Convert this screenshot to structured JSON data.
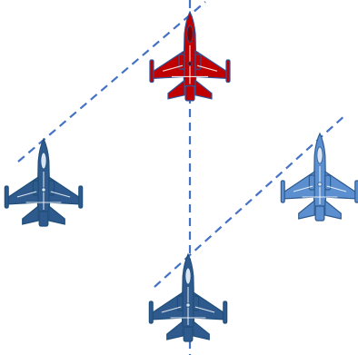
{
  "diagram": {
    "background_color": "#ffffff",
    "line_color": "#4472c4",
    "line_style": "dashed",
    "aircraft": [
      {
        "name": "jet-top",
        "color": "#c00000",
        "outline": "#2f5597",
        "highlighted": true
      },
      {
        "name": "jet-left",
        "color": "#2e5a8e",
        "outline": "#1f4e79",
        "highlighted": false
      },
      {
        "name": "jet-right",
        "color": "#5b8fd0",
        "outline": "#2e5a8e",
        "highlighted": false
      },
      {
        "name": "jet-bottom",
        "color": "#2e5a8e",
        "outline": "#1f4e79",
        "highlighted": false
      }
    ]
  }
}
